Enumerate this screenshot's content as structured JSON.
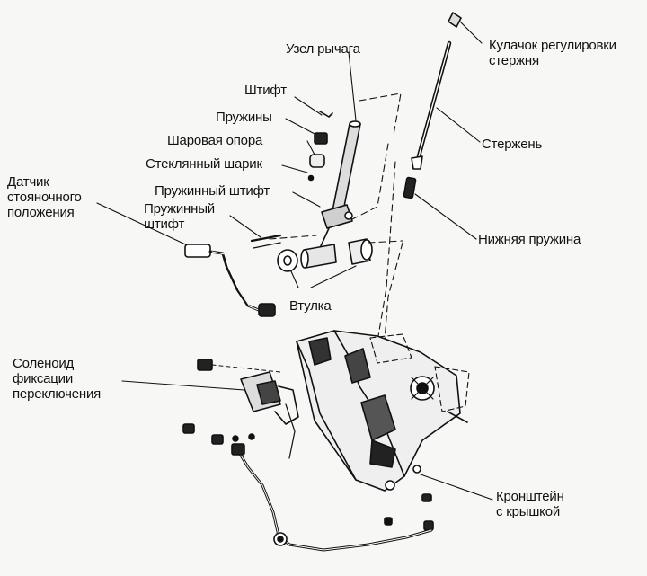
{
  "labels": {
    "lever_assembly": "Узел рычага",
    "pin": "Штифт",
    "springs": "Пружины",
    "ball_support": "Шаровая опора",
    "glass_ball": "Стеклянный шарик",
    "spring_pin_1": "Пружинный штифт",
    "spring_pin_2_line1": "Пружинный",
    "spring_pin_2_line2": "штифт",
    "park_sensor_line1": "Датчик",
    "park_sensor_line2": "стояночного",
    "park_sensor_line3": "положения",
    "bushing": "Втулка",
    "rod_cam_line1": "Кулачок регулировки",
    "rod_cam_line2": "стержня",
    "rod": "Стержень",
    "lower_spring": "Нижняя пружина",
    "solenoid_line1": "Соленоид",
    "solenoid_line2": "фиксации",
    "solenoid_line3": "переключения",
    "bracket_line1": "Кронштейн",
    "bracket_line2": "с крышкой"
  }
}
